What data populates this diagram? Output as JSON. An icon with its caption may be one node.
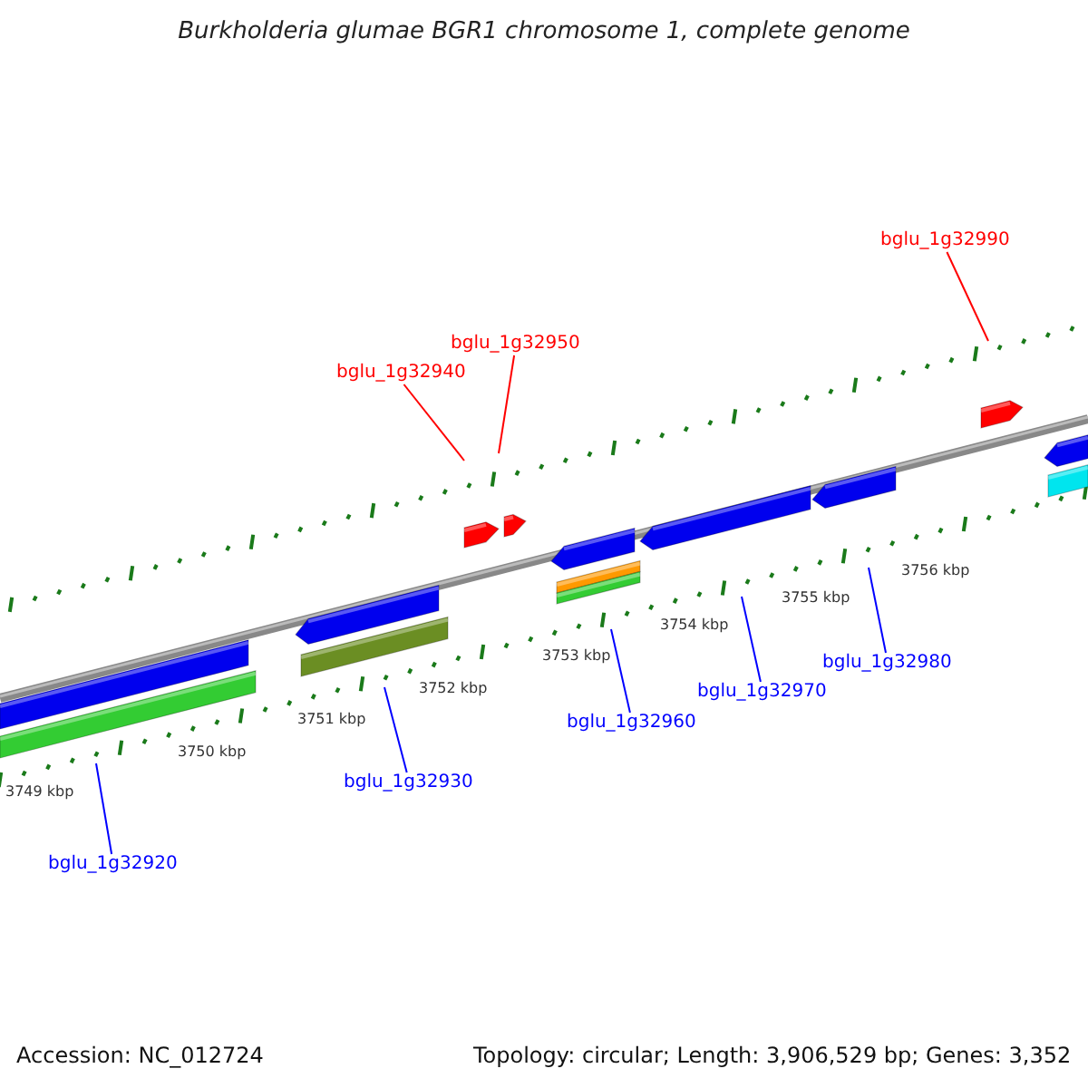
{
  "diagram": {
    "title": "Burkholderia glumae BGR1 chromosome 1, complete genome",
    "nodes": [
      {
        "text": [
          "bglu_1g32990"
        ]
      },
      {
        "text": [
          "bglu_1g32950"
        ]
      },
      {
        "text": [
          "bglu_1g32940"
        ]
      },
      {
        "text": [
          "bglu_1g32980"
        ]
      },
      {
        "text": [
          "bglu_1g32970"
        ]
      },
      {
        "text": [
          "bglu_1g32960"
        ]
      },
      {
        "text": [
          "bglu_1g32930"
        ]
      },
      {
        "text": [
          "bglu_1g32920"
        ]
      }
    ],
    "edges": [
      {
        "from": 0,
        "to": null,
        "arrow": "none",
        "color": "#ff0000"
      },
      {
        "from": 1,
        "to": null,
        "arrow": "none",
        "color": "#ff0000"
      },
      {
        "from": 2,
        "to": null,
        "arrow": "none",
        "color": "#ff0000"
      },
      {
        "from": 3,
        "to": null,
        "arrow": "none"
      },
      {
        "from": 4,
        "to": null,
        "arrow": "none"
      },
      {
        "from": 5,
        "to": null,
        "arrow": "none"
      },
      {
        "from": 6,
        "to": null,
        "arrow": "none"
      },
      {
        "from": 7,
        "to": null,
        "arrow": "none"
      }
    ],
    "labels": [
      "3756 kbp",
      "3755 kbp",
      "3754 kbp",
      "3753 kbp",
      "3752 kbp",
      "3751 kbp",
      "3750 kbp",
      "3749 kbp",
      "Accession: NC_012724",
      "Topology: circular; Length: 3,906,529 bp; Genes: 3,352"
    ]
  }
}
